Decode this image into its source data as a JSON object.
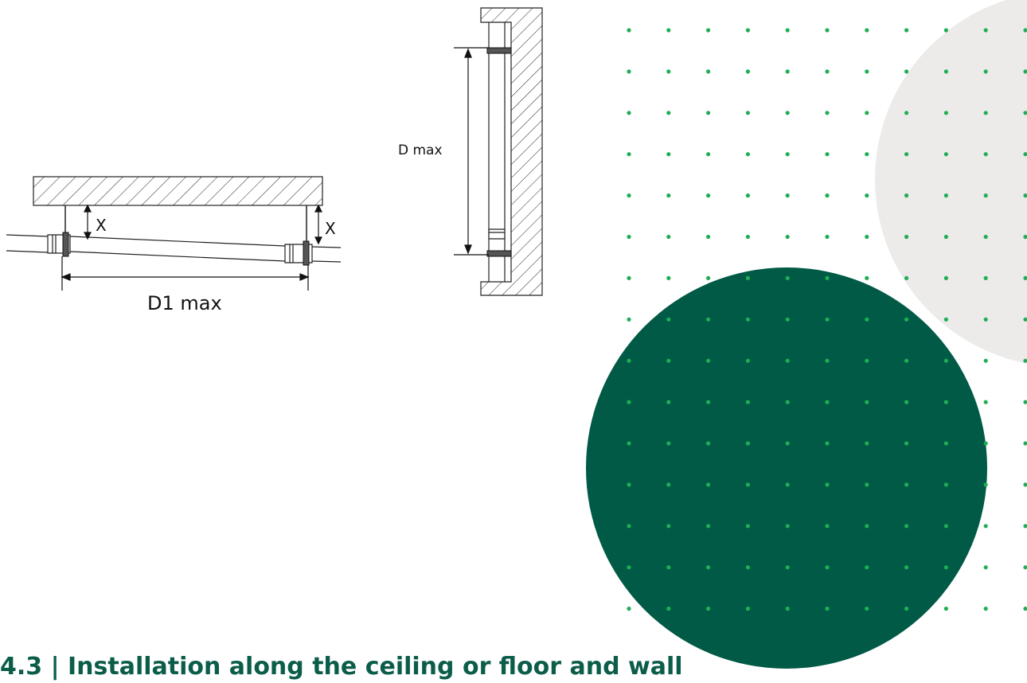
{
  "labels": {
    "ceiling_gap_left": "X",
    "ceiling_gap_right": "X",
    "horizontal_span": "D1 max",
    "vertical_span": "D max"
  },
  "caption": {
    "text": "4.3 | Installation along the ceiling or floor and wall"
  },
  "colors": {
    "dark_green": "#005a46",
    "dot_green": "#1fae55",
    "light_grey": "#ecebea",
    "caption_green": "#0b5d4a"
  }
}
